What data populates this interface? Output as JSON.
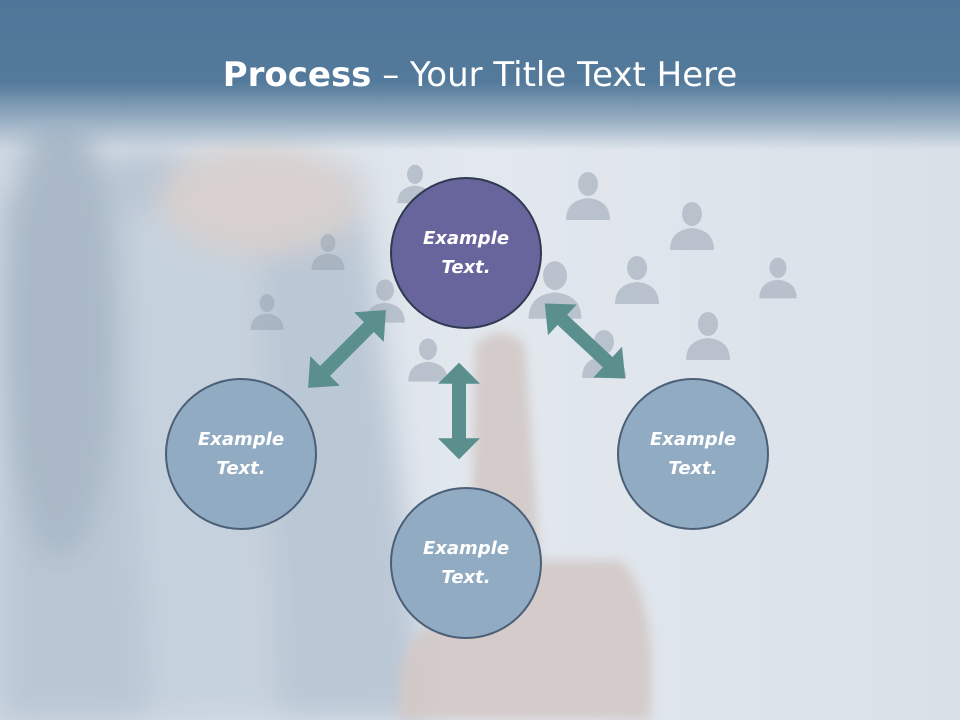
{
  "slide": {
    "title_bold": "Process",
    "title_rest": " – Your Title Text Here"
  },
  "diagram": {
    "nodes": {
      "top": "Example\nText.",
      "left": "Example\nText.",
      "right": "Example\nText.",
      "bottom": "Example\nText."
    }
  },
  "colors": {
    "header": "#537a9c",
    "center_node": "#67659b",
    "outer_node": "#91abc2",
    "arrow": "#5b8f8e"
  },
  "icons": [
    "person-silhouette-icon",
    "double-headed-arrow-icon"
  ]
}
